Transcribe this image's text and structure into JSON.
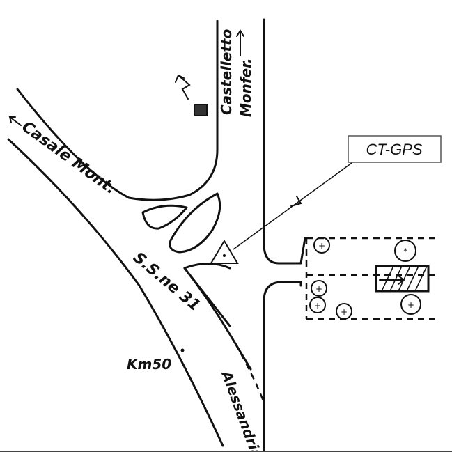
{
  "labels": {
    "gps_station": "CT-GPS",
    "road_north": "Castelletto Monfer.",
    "road_north_line1": "Castelletto",
    "road_north_line2": "Monfer.",
    "road_west": "Casale Mont.",
    "road_main": "S.S.ne 31",
    "road_south": "Alessandria",
    "kilometer_marker": "Km50"
  },
  "colors": {
    "ink": "#111111",
    "paper": "#ffffff",
    "label_border": "#555555"
  }
}
